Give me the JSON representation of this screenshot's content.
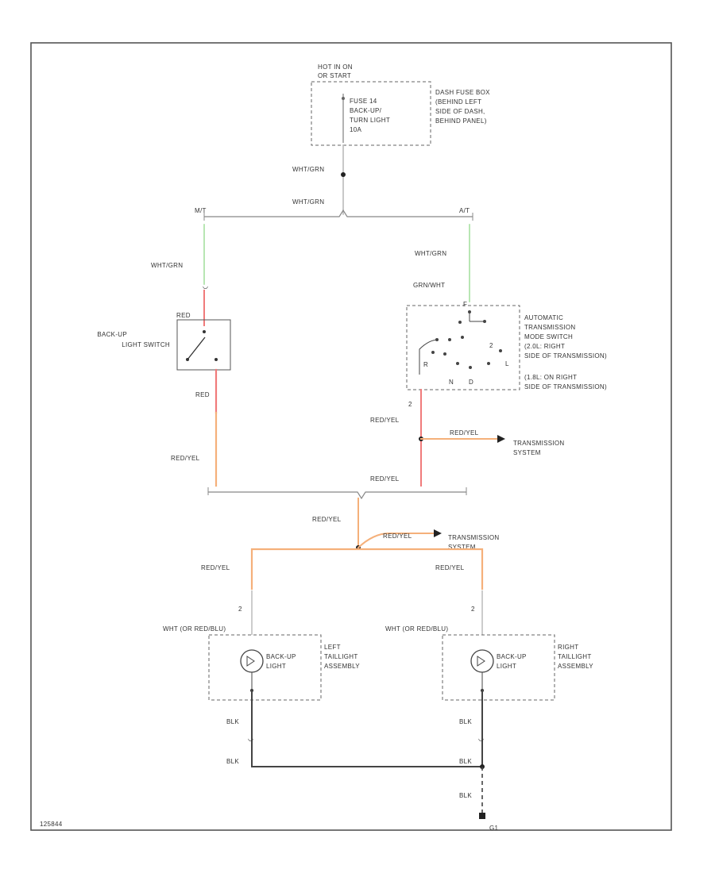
{
  "colors": {
    "wht_grn": "#a6e0a0",
    "red": "#f07b7b",
    "red_yel": "#f5b07a",
    "blk": "#444444",
    "frame": "#555555"
  },
  "fuse_box": {
    "header": [
      "HOT IN ON",
      "OR START"
    ],
    "fuse": [
      "FUSE 14",
      "BACK-UP/",
      "TURN LIGHT",
      "10A"
    ],
    "location": [
      "DASH FUSE BOX",
      "(BEHIND LEFT",
      "SIDE OF DASH,",
      "BEHIND PANEL)"
    ]
  },
  "wires": {
    "wht_grn": "WHT/GRN",
    "grn_wht": "GRN/WHT",
    "red": "RED",
    "red_yel": "RED/YEL",
    "blk": "BLK",
    "wht_or_red_blu": "WHT (OR RED/BLU)"
  },
  "branches": {
    "mt": "M/T",
    "at": "A/T"
  },
  "backup_switch": {
    "label": [
      "BACK-UP",
      "LIGHT SWITCH"
    ]
  },
  "at_switch": {
    "label": [
      "AUTOMATIC",
      "TRANSMISSION",
      "MODE SWITCH",
      "(2.0L: RIGHT",
      "SIDE OF TRANSMISSION)",
      "(1.8L: ON RIGHT",
      "SIDE OF TRANSMISSION)"
    ],
    "pin_top": "F",
    "pin_num": "2",
    "pins": [
      "R",
      "N",
      "D",
      "2",
      "L"
    ]
  },
  "transmission_systems": [
    "TRANSMISSION",
    "SYSTEM"
  ],
  "left_light": {
    "pin": "2",
    "label": "BACK-UP LIGHT",
    "assembly": [
      "LEFT",
      "TAILLIGHT",
      "ASSEMBLY"
    ]
  },
  "right_light": {
    "pin": "2",
    "label": "BACK-UP LIGHT",
    "assembly": [
      "RIGHT",
      "TAILLIGHT",
      "ASSEMBLY"
    ]
  },
  "ground_label": "G1",
  "figure_id": "125844"
}
